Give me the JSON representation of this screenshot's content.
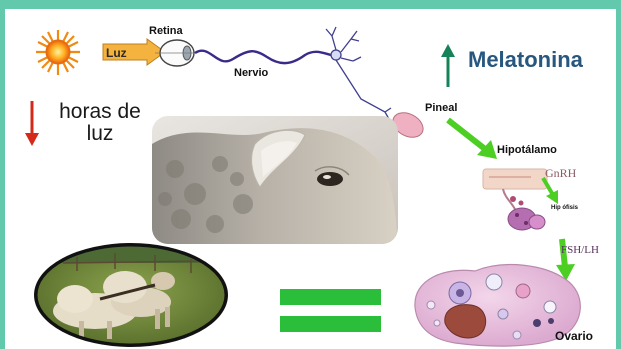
{
  "labels": {
    "retina": "Retina",
    "luz": "Luz",
    "nervio": "Nervio",
    "melatonina": "Melatonina",
    "horas_de_luz": "horas de luz",
    "pineal": "Pineal",
    "hipotalamo": "Hipotálamo",
    "gnrh": "GnRH",
    "hipofisis": "Hip ófisis",
    "fsh_lh": "FSH/LH",
    "ovario": "Ovario"
  },
  "icons": {
    "melatonin_arrow": "arrow-up",
    "light_hours_arrow": "arrow-down",
    "pathway_arrows": "arrow-right-down",
    "equals": "equals-sign"
  },
  "colors": {
    "frame_teal": "#62c9ad",
    "melatonin_up_arrow": "#15825a",
    "light_hours_down_arrow": "#d42a1c",
    "pathway_arrow_green": "#4ccf22",
    "equals_green": "#2bbe3a",
    "melatonina_text": "#27577e",
    "nerve_purple": "#3c2a8a"
  }
}
